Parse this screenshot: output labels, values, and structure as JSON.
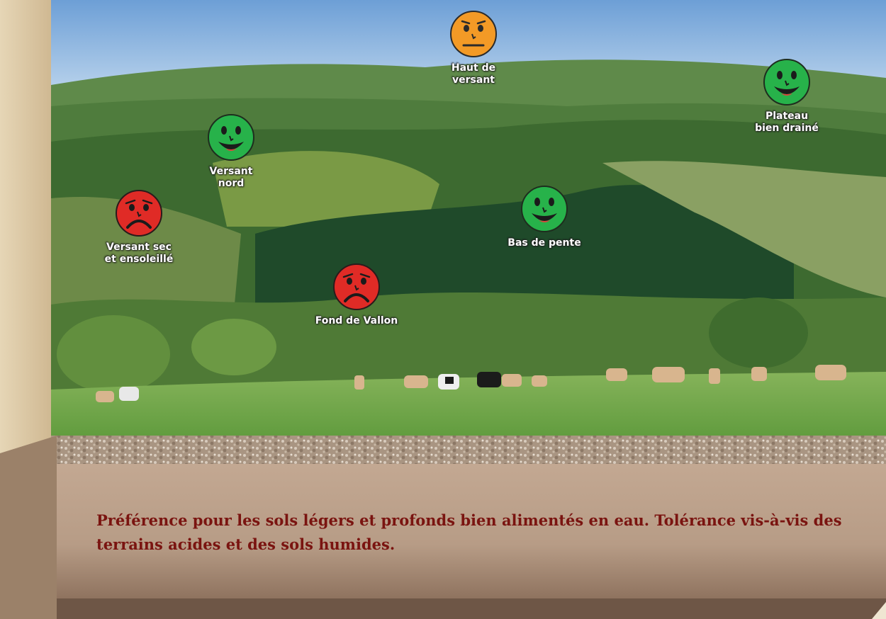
{
  "caption": "Préférence pour les sols légers et profonds bien alimentés en eau. Tolérance vis-à-vis des terrains acides et des sols humides.",
  "colors": {
    "favorable": "#27b24a",
    "neutral": "#f39a26",
    "unfavorable": "#e02b26",
    "caption_text": "#7a1410"
  },
  "markers": [
    {
      "id": "haut-de-versant",
      "label": "Haut de\nversant",
      "mood": "neutral"
    },
    {
      "id": "plateau",
      "label": "Plateau\nbien drainé",
      "mood": "favorable"
    },
    {
      "id": "versant-nord",
      "label": "Versant\nnord",
      "mood": "favorable"
    },
    {
      "id": "versant-sec",
      "label": "Versant sec\net ensoleillé",
      "mood": "unfavorable"
    },
    {
      "id": "bas-de-pente",
      "label": "Bas de pente",
      "mood": "favorable"
    },
    {
      "id": "fond-de-vallon",
      "label": "Fond de Vallon",
      "mood": "unfavorable"
    }
  ]
}
